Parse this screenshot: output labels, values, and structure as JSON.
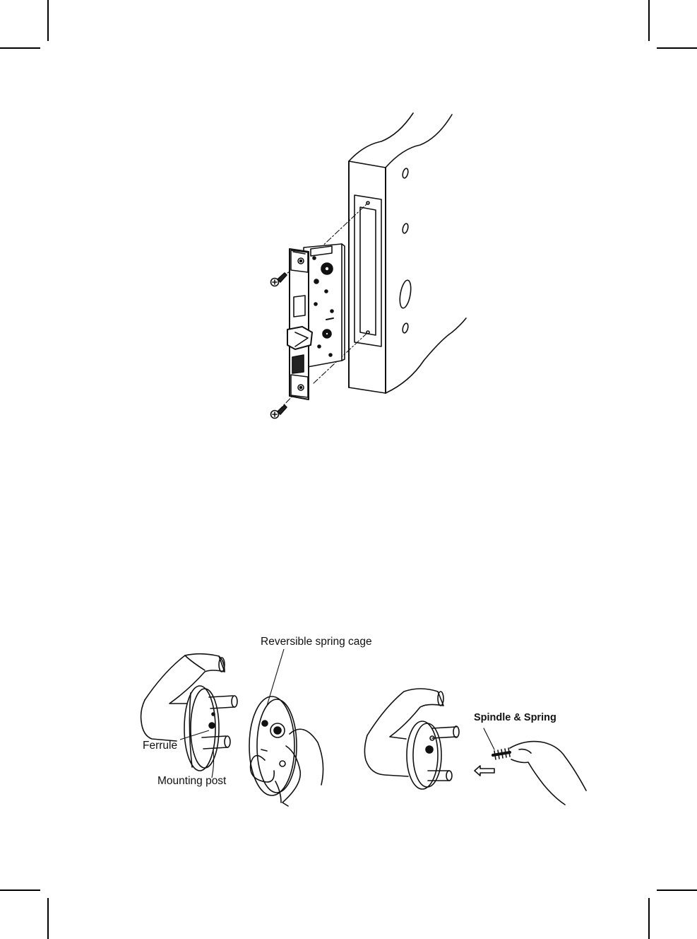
{
  "labels": {
    "spring_cage": "Reversible spring cage",
    "ferrule": "Ferrule",
    "mounting_post": "Mounting post",
    "spindle_spring": "Spindle & Spring"
  },
  "colors": {
    "ink": "#111111",
    "paper": "#ffffff"
  }
}
